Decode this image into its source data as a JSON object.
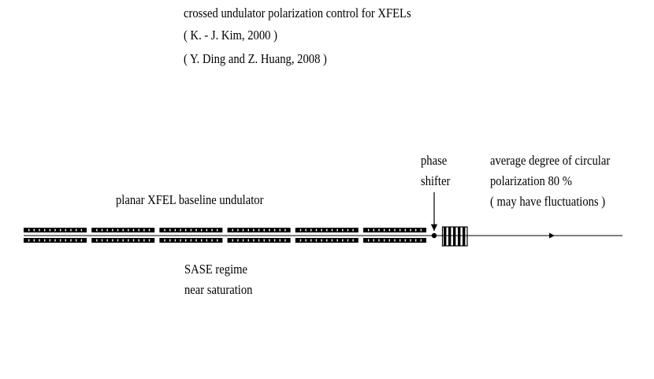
{
  "header": {
    "title": "crossed undulator polarization control for XFELs",
    "ref1": "( K. - J. Kim, 2000 )",
    "ref2": "( Y. Ding and Z. Huang, 2008 )"
  },
  "labels": {
    "baseline": "planar XFEL baseline undulator",
    "phase": "phase",
    "shifter": "shifter",
    "avg1": "average degree of circular",
    "avg2": "polarization 80 %",
    "avg3": "( may have fluctuations )",
    "sase1": "SASE regime",
    "sase2": "near saturation"
  },
  "diagram": {
    "undulator_sections": 6,
    "periods_per_section": 12,
    "crossed_undulator_periods": 5
  }
}
